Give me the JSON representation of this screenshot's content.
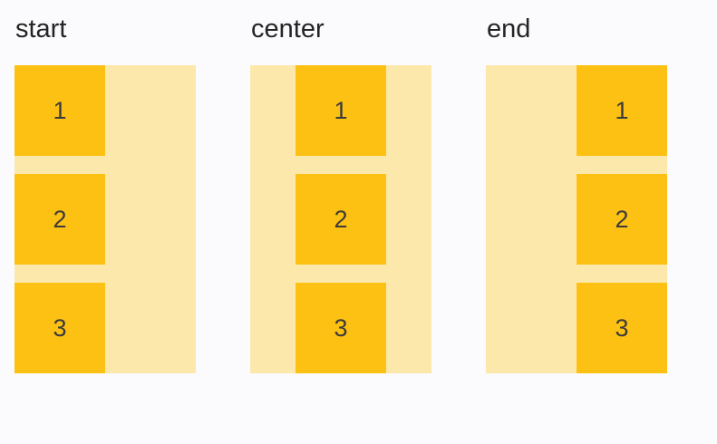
{
  "page": {
    "background_color": "#FBFBFD"
  },
  "colors": {
    "item_fill": "#FDC113",
    "container_fill": "#FDE8AC",
    "label_text": "#242424",
    "item_text": "#3B3B3B"
  },
  "groups": [
    {
      "label": "start",
      "alignment": "start",
      "items": [
        "1",
        "2",
        "3"
      ]
    },
    {
      "label": "center",
      "alignment": "center",
      "items": [
        "1",
        "2",
        "3"
      ]
    },
    {
      "label": "end",
      "alignment": "end",
      "items": [
        "1",
        "2",
        "3"
      ]
    }
  ]
}
